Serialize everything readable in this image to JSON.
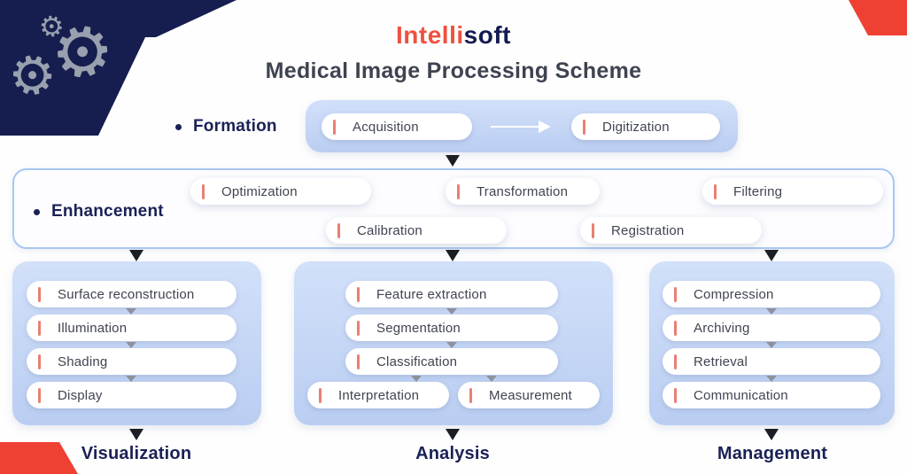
{
  "logo": {
    "part1": "Intelli",
    "part2": "soft"
  },
  "title": "Medical Image Processing Scheme",
  "formation": {
    "label": "Formation",
    "pills": [
      "Acquisition",
      "Digitization"
    ]
  },
  "enhancement": {
    "label": "Enhancement",
    "row1": [
      "Optimization",
      "Transformation",
      "Filtering"
    ],
    "row2": [
      "Calibration",
      "Registration"
    ]
  },
  "columns": [
    {
      "label": "Visualization",
      "pills": [
        "Surface reconstruction",
        "Illumination",
        "Shading",
        "Display"
      ]
    },
    {
      "label": "Analysis",
      "pills": [
        "Feature extraction",
        "Segmentation",
        "Classification"
      ],
      "bottom_pills": [
        "Interpretation",
        "Measurement"
      ]
    },
    {
      "label": "Management",
      "pills": [
        "Compression",
        "Archiving",
        "Retrieval",
        "Communication"
      ]
    }
  ],
  "icons": {
    "gear_glyph": "⚙"
  },
  "colors": {
    "navy": "#161d4f",
    "accent_red": "#ee4134",
    "logo_red": "#f0503f",
    "logo_navy": "#141b52",
    "light_blue_fill": "#c6d8f6",
    "outline_blue": "#a9c7f1",
    "pill_bar_red": "#e97f72",
    "pill_text": "#3f4450",
    "label_navy": "#1a2156",
    "gear_gray": "#99a0ae"
  }
}
